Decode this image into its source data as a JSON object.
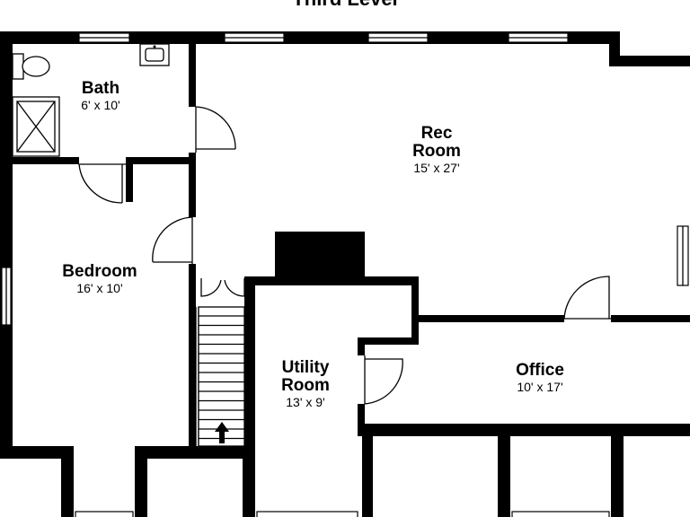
{
  "level_title": "Third Level",
  "rooms": {
    "bath": {
      "name": "Bath",
      "dims": "6' x 10'"
    },
    "rec": {
      "name": "Rec",
      "name2": "Room",
      "dims": "15' x 27'"
    },
    "bedroom": {
      "name": "Bedroom",
      "dims": "16' x 10'"
    },
    "utility": {
      "name": "Utility",
      "name2": "Room",
      "dims": "13' x 9'"
    },
    "office": {
      "name": "Office",
      "dims": "10' x 17'"
    }
  },
  "colors": {
    "wall": "#000000",
    "background": "#ffffff"
  },
  "icons": [
    "toilet-icon",
    "sink-icon",
    "shower-icon",
    "stairs-up-arrow-icon"
  ]
}
